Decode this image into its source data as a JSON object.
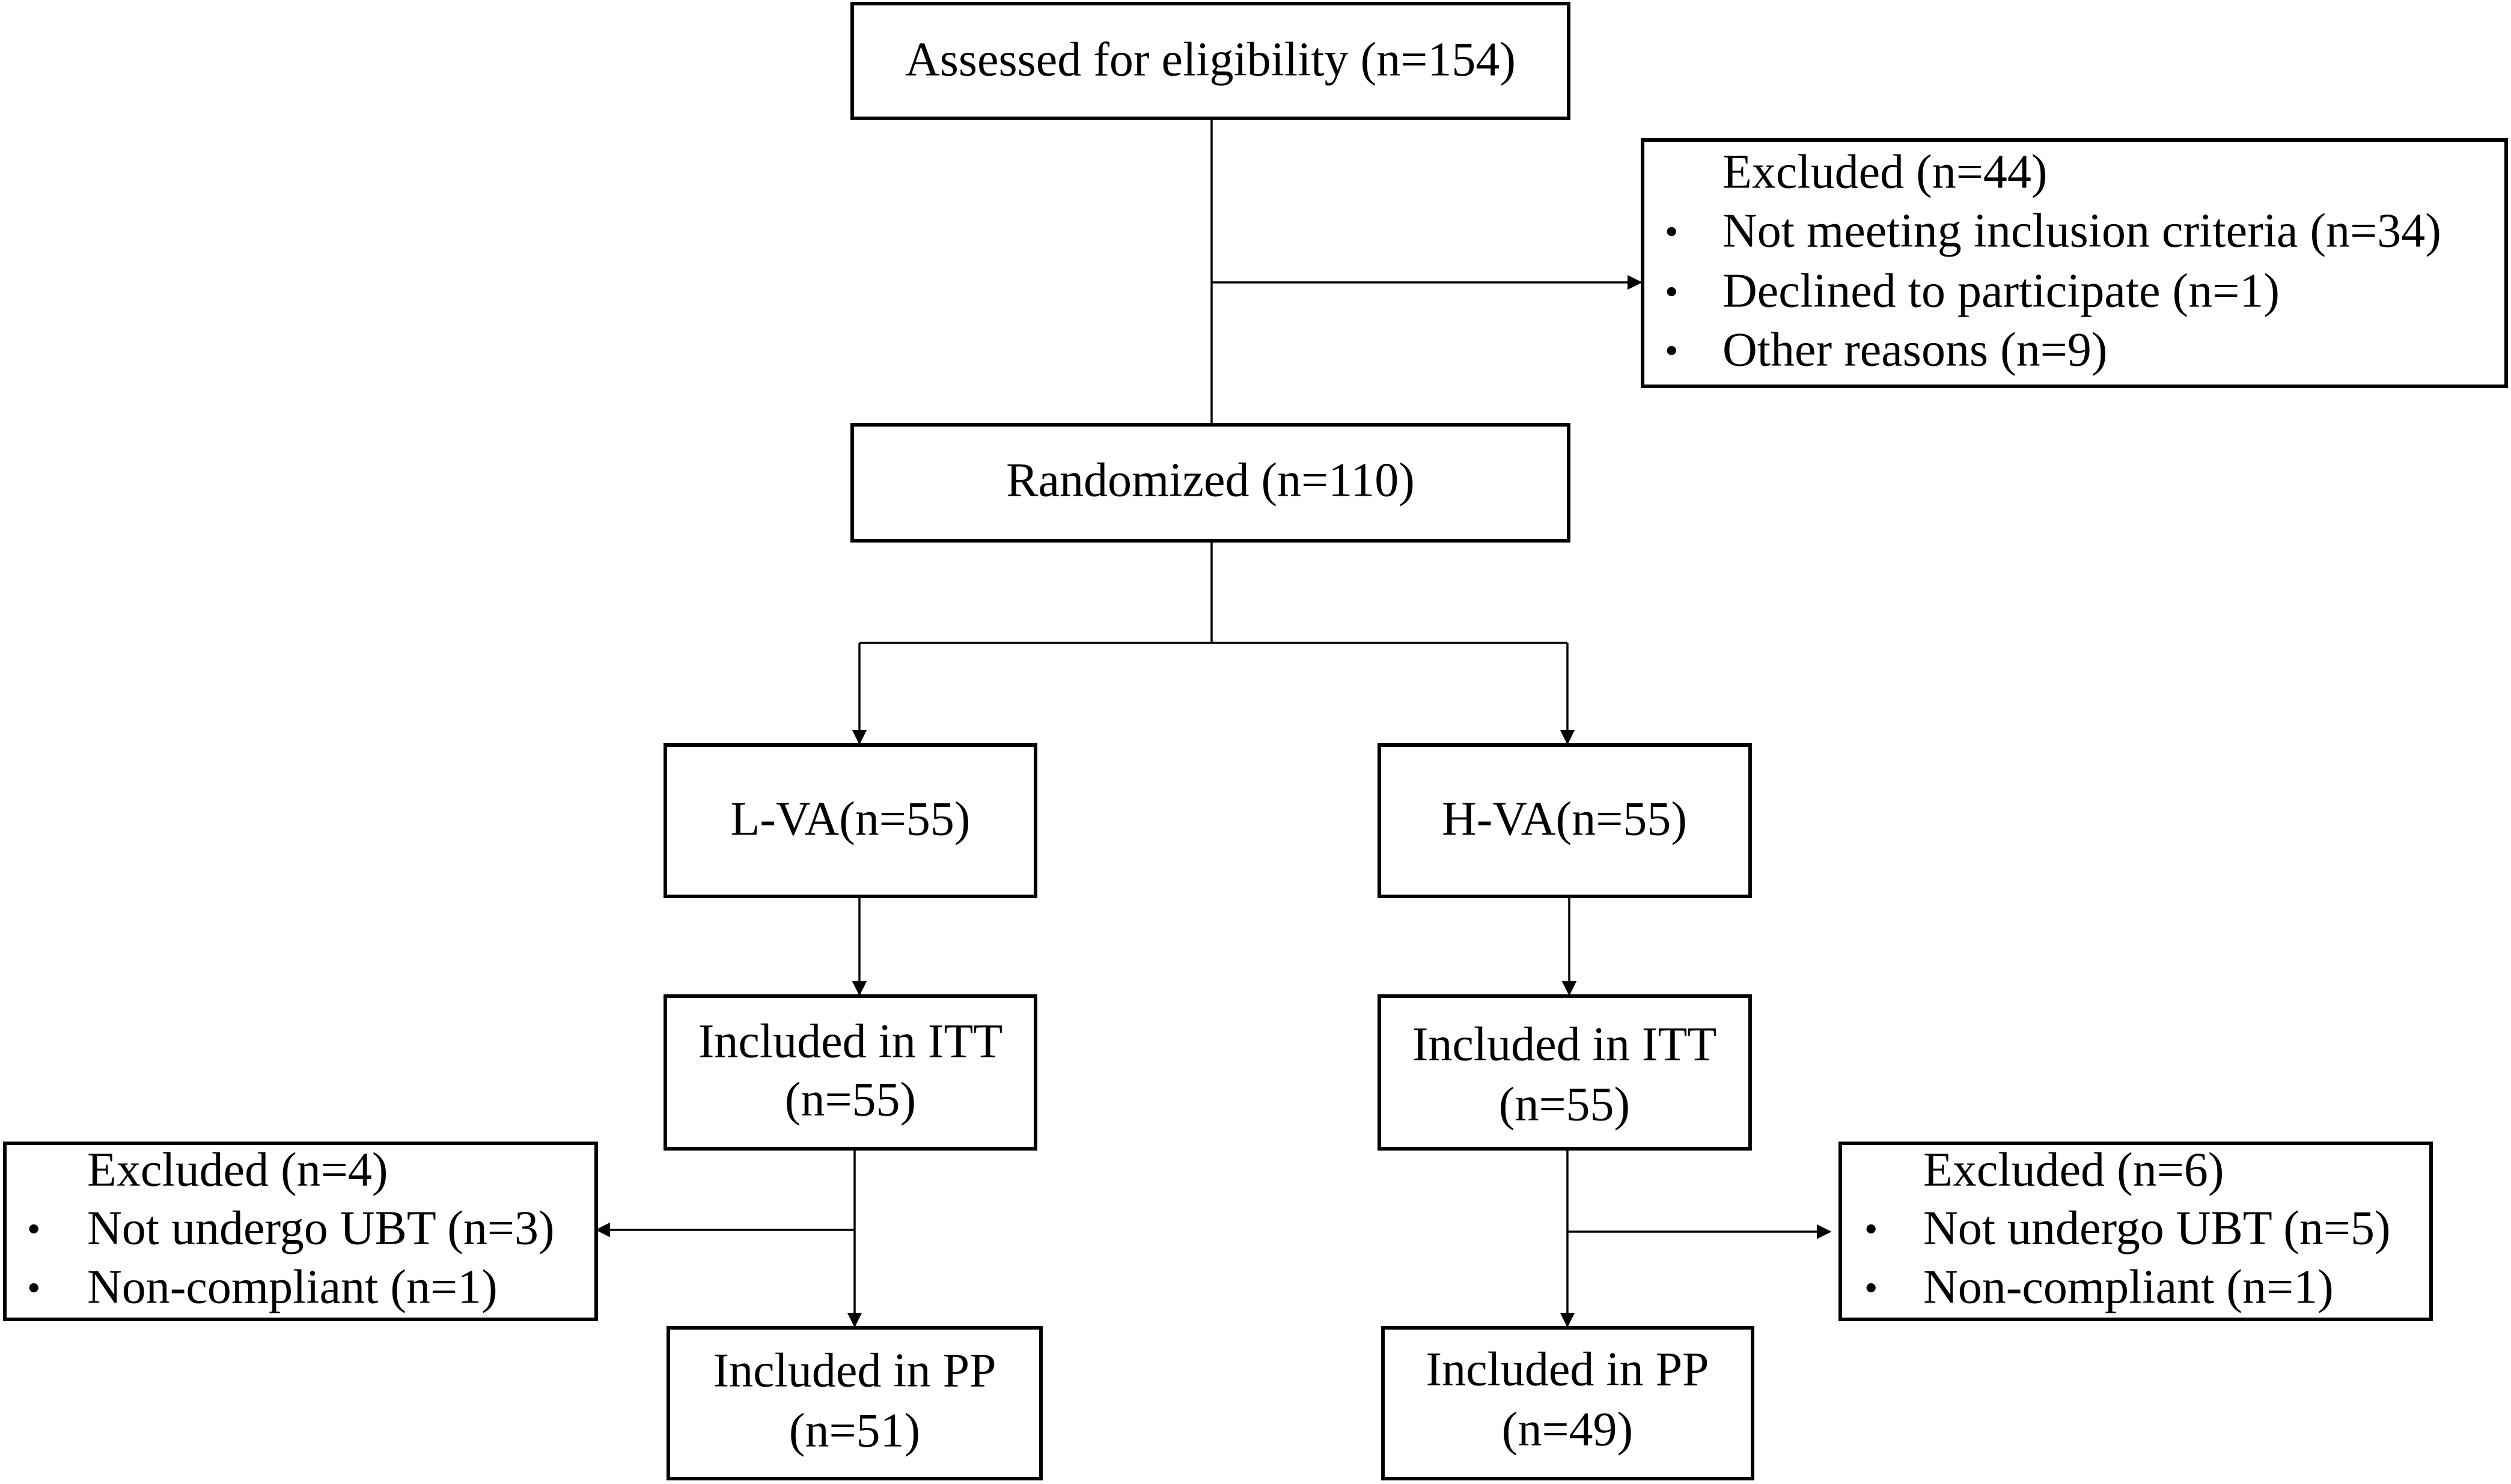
{
  "assessed": {
    "label": "Assessed for eligibility (n=154)"
  },
  "excluded_top": {
    "title": "Excluded (n=44)",
    "items": [
      "Not meeting inclusion criteria (n=34)",
      "Declined to participate (n=1)",
      "Other reasons (n=9)"
    ]
  },
  "randomized": {
    "label": "Randomized (n=110)"
  },
  "left": {
    "group": "L-VA(n=55)",
    "itt": {
      "line1": "Included in ITT",
      "line2": "(n=55)"
    },
    "excluded": {
      "title": "Excluded (n=4)",
      "items": [
        "Not undergo UBT (n=3)",
        "Non-compliant (n=1)"
      ]
    },
    "pp": {
      "line1": "Included in PP",
      "line2": "(n=51)"
    }
  },
  "right": {
    "group": "H-VA(n=55)",
    "itt": {
      "line1": "Included in ITT",
      "line2": "(n=55)"
    },
    "excluded": {
      "title": "Excluded (n=6)",
      "items": [
        "Not undergo UBT (n=5)",
        "Non-compliant (n=1)"
      ]
    },
    "pp": {
      "line1": "Included in PP",
      "line2": "(n=49)"
    }
  },
  "bullet_glyph": "•"
}
